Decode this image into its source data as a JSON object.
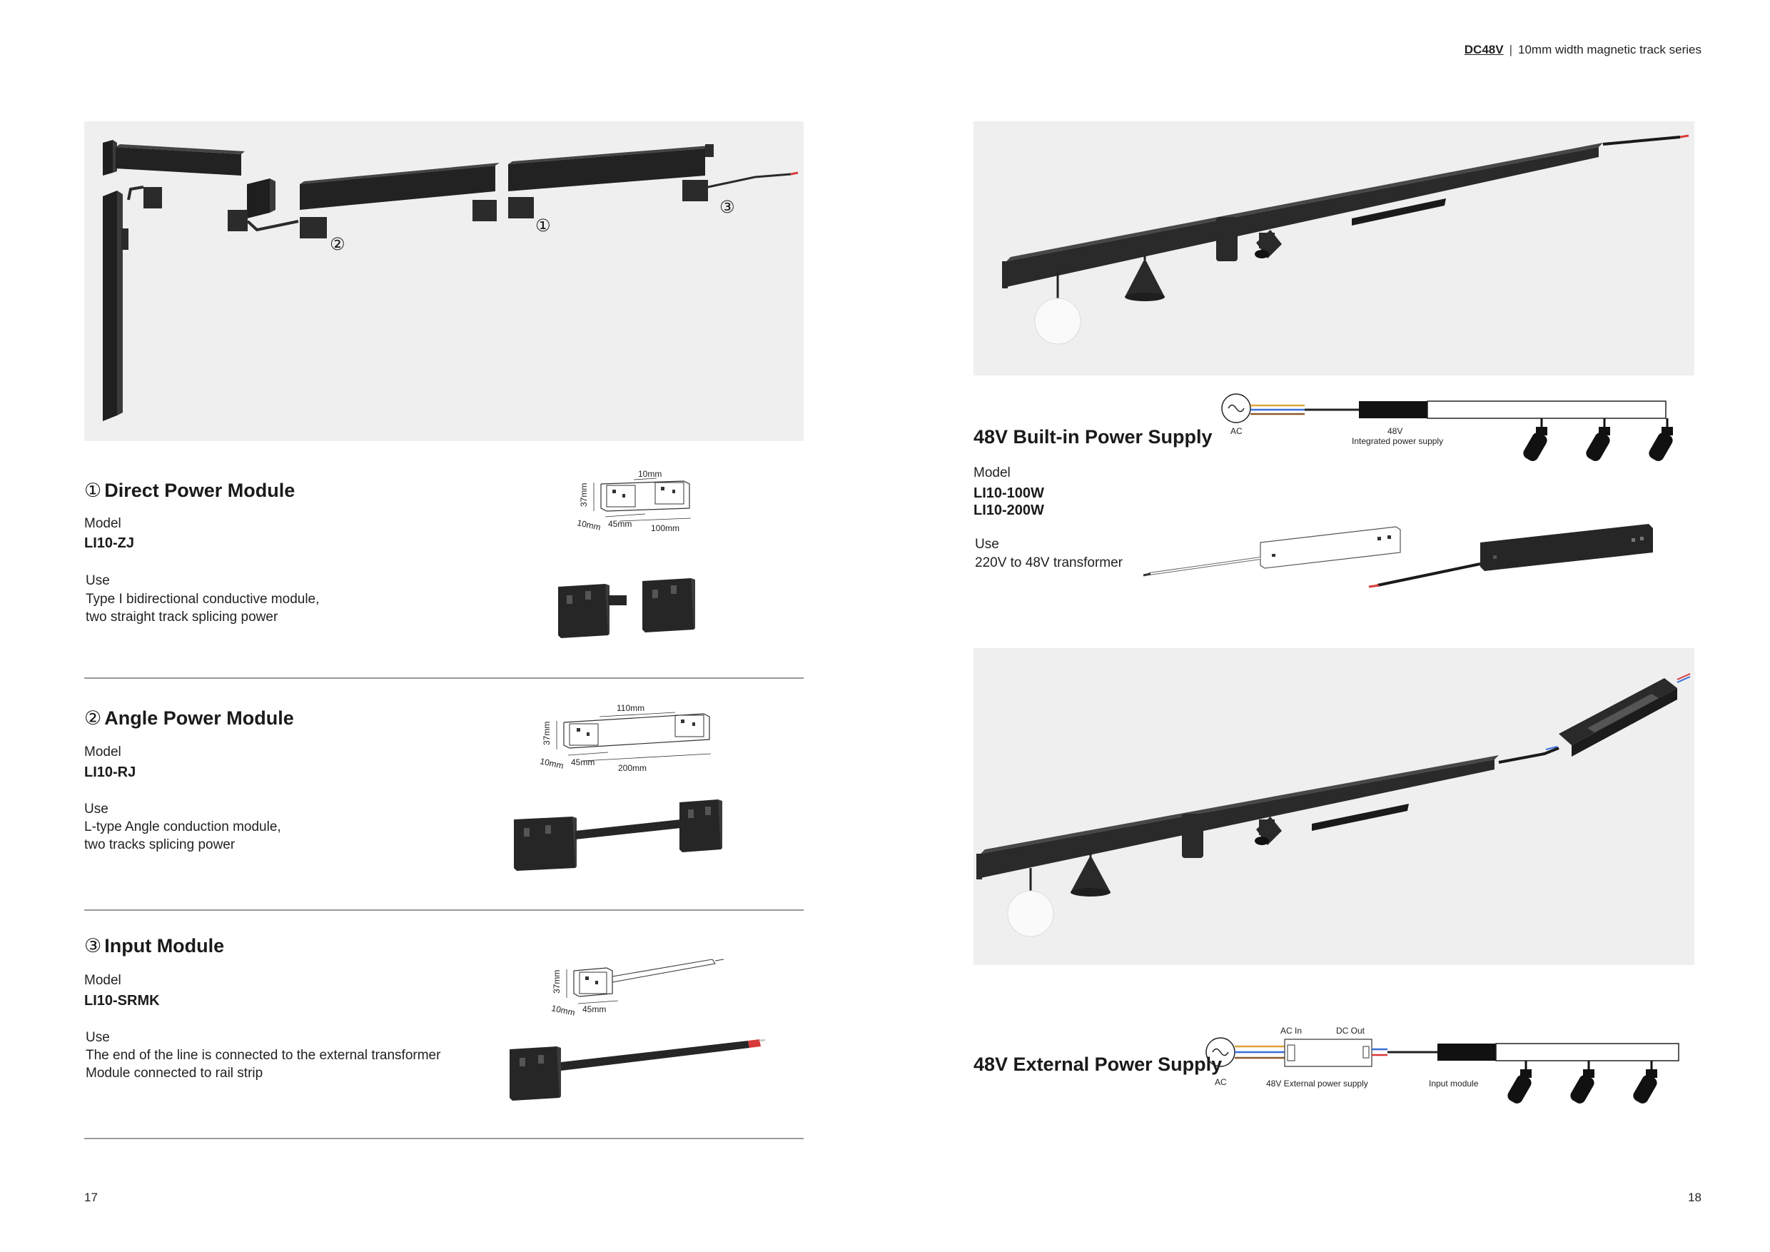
{
  "header": {
    "brand": "DC48V",
    "subtitle": "10mm width magnetic track series"
  },
  "left_page": {
    "page_number": "17",
    "callouts": [
      "①",
      "②",
      "③"
    ],
    "modules": [
      {
        "num": "①",
        "title": "Direct Power Module",
        "model_label": "Model",
        "model": "LI10-ZJ",
        "use_label": "Use",
        "use_lines": [
          "Type I bidirectional conductive module,",
          "two straight track splicing power"
        ],
        "dims": {
          "height": "37mm",
          "top": "10mm",
          "depth": "10mm",
          "base": "45mm",
          "length": "100mm"
        }
      },
      {
        "num": "②",
        "title": "Angle Power Module",
        "model_label": "Model",
        "model": "LI10-RJ",
        "use_label": "Use",
        "use_lines": [
          "L-type Angle conduction module,",
          "two tracks splicing power"
        ],
        "dims": {
          "height": "37mm",
          "top": "110mm",
          "depth": "10mm",
          "base": "45mm",
          "length": "200mm"
        }
      },
      {
        "num": "③",
        "title": "Input Module",
        "model_label": "Model",
        "model": "LI10-SRMK",
        "use_label": "Use",
        "use_lines": [
          "The end of the line is connected to the external transformer",
          "Module connected to rail strip"
        ],
        "dims": {
          "height": "37mm",
          "depth": "10mm",
          "base": "45mm"
        }
      }
    ]
  },
  "right_page": {
    "page_number": "18",
    "builtin": {
      "title": "48V Built-in Power Supply",
      "model_label": "Model",
      "models": [
        "LI10-100W",
        "LI10-200W"
      ],
      "use_label": "Use",
      "use": "220V to 48V transformer",
      "diagram": {
        "ac": "AC",
        "supply_line1": "48V",
        "supply_line2": "Integrated power supply"
      }
    },
    "external": {
      "title": "48V External Power Supply",
      "diagram": {
        "ac": "AC",
        "ac_in": "AC In",
        "dc_out": "DC Out",
        "supply": "48V External power supply",
        "input": "Input module"
      }
    }
  },
  "colors": {
    "panel": "#efefef",
    "track": "#2b2b2b",
    "rule": "#9a9a9a",
    "wire_blue": "#3a6fd8",
    "wire_orange": "#e0a23a",
    "wire_brown": "#8a5a2b",
    "wire_red": "#d83a3a"
  }
}
